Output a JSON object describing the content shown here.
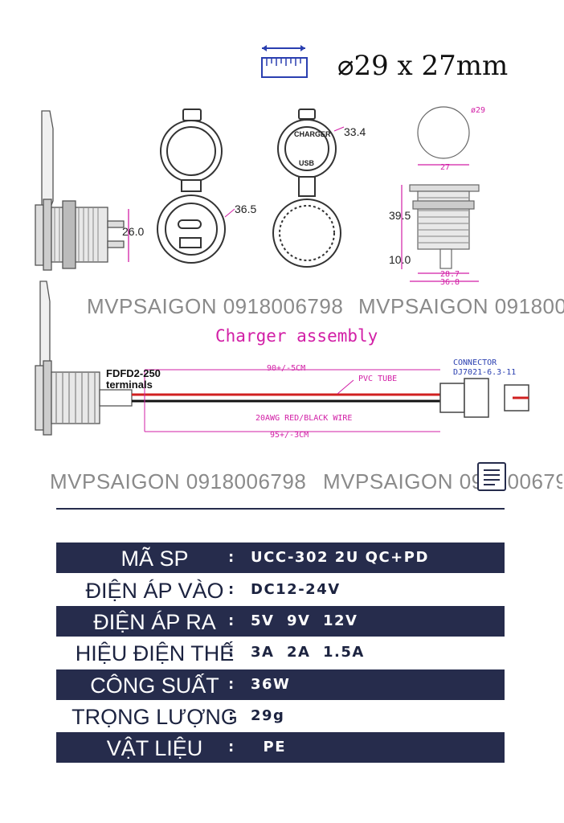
{
  "header": {
    "dimension": "⌀29 x 27mm"
  },
  "drawing": {
    "labels": {
      "side_height": "26.0",
      "cap_tab": "36.5",
      "cap_top": "33.4",
      "top_diameter": "ø29",
      "top_width": "27",
      "body_height": "39.5",
      "terminal_height": "10.0",
      "thread_width": "28.7",
      "flange_width": "36.8",
      "face_charger": "CHARGER",
      "face_usb": "USB"
    }
  },
  "watermark": "MVPSAIGON 0918006798",
  "assembly": {
    "title": "Charger assembly",
    "terminals": [
      "FDFD2-250",
      "terminals"
    ],
    "cable_top_dim": "90+/-5CM",
    "tube_label": "PVC TUBE",
    "wire_label": "20AWG RED/BLACK WIRE",
    "cable_bottom_dim": "95+/-3CM",
    "connector_title": "CONNECTOR",
    "connector_model": "DJ7021-6.3-11"
  },
  "specs": [
    {
      "label": "MÃ SP",
      "value": "UCC-302 2U QC+PD"
    },
    {
      "label": "ĐIỆN ÁP VÀO",
      "value": "DC12-24V"
    },
    {
      "label": "ĐIỆN ÁP RA",
      "value": "5V  9V  12V"
    },
    {
      "label": "HIỆU ĐIỆN THẾ",
      "value": "3A  2A  1.5A"
    },
    {
      "label": "CÔNG SUẤT",
      "value": "36W"
    },
    {
      "label": "TRỌNG LƯỢNG",
      "value": "29g"
    },
    {
      "label": "VẬT LIỆU",
      "value": "  PE"
    }
  ],
  "colors": {
    "accent": "#d21fa6",
    "navy": "#262c4c",
    "red_wire": "#d02020",
    "dim_blue": "#2a3fb0"
  }
}
